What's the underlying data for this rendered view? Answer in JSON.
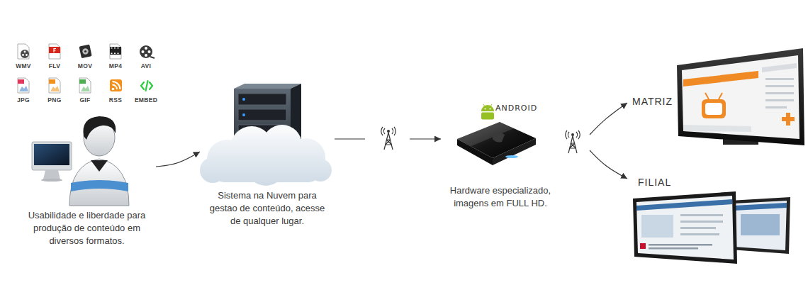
{
  "diagram": {
    "nodes": [
      {
        "text": [
          "Usabilidade e liberdade para produção de conteúdo em diversos formatos."
        ]
      },
      {
        "text": [
          "Sistema na Nuvem para gestao de conteúdo, acesse de qualquer lugar."
        ]
      },
      {
        "text": [
          "Hardware especializado, imagens em FULL HD."
        ]
      },
      {
        "text": [
          "MATRIZ"
        ]
      },
      {
        "text": [
          "FILIAL"
        ]
      }
    ],
    "edges": [
      {
        "from": 0,
        "to": 1,
        "arrow": "to"
      },
      {
        "from": 1,
        "to": 2,
        "arrow": "to"
      },
      {
        "from": 2,
        "to": 3,
        "arrow": "to"
      },
      {
        "from": 2,
        "to": 4,
        "arrow": "to"
      }
    ],
    "labels": [
      "WMV",
      "FLV",
      "MOV",
      "MP4",
      "AVI",
      "JPG",
      "PNG",
      "GIF",
      "RSS",
      "EMBED",
      "ANDROID"
    ]
  }
}
